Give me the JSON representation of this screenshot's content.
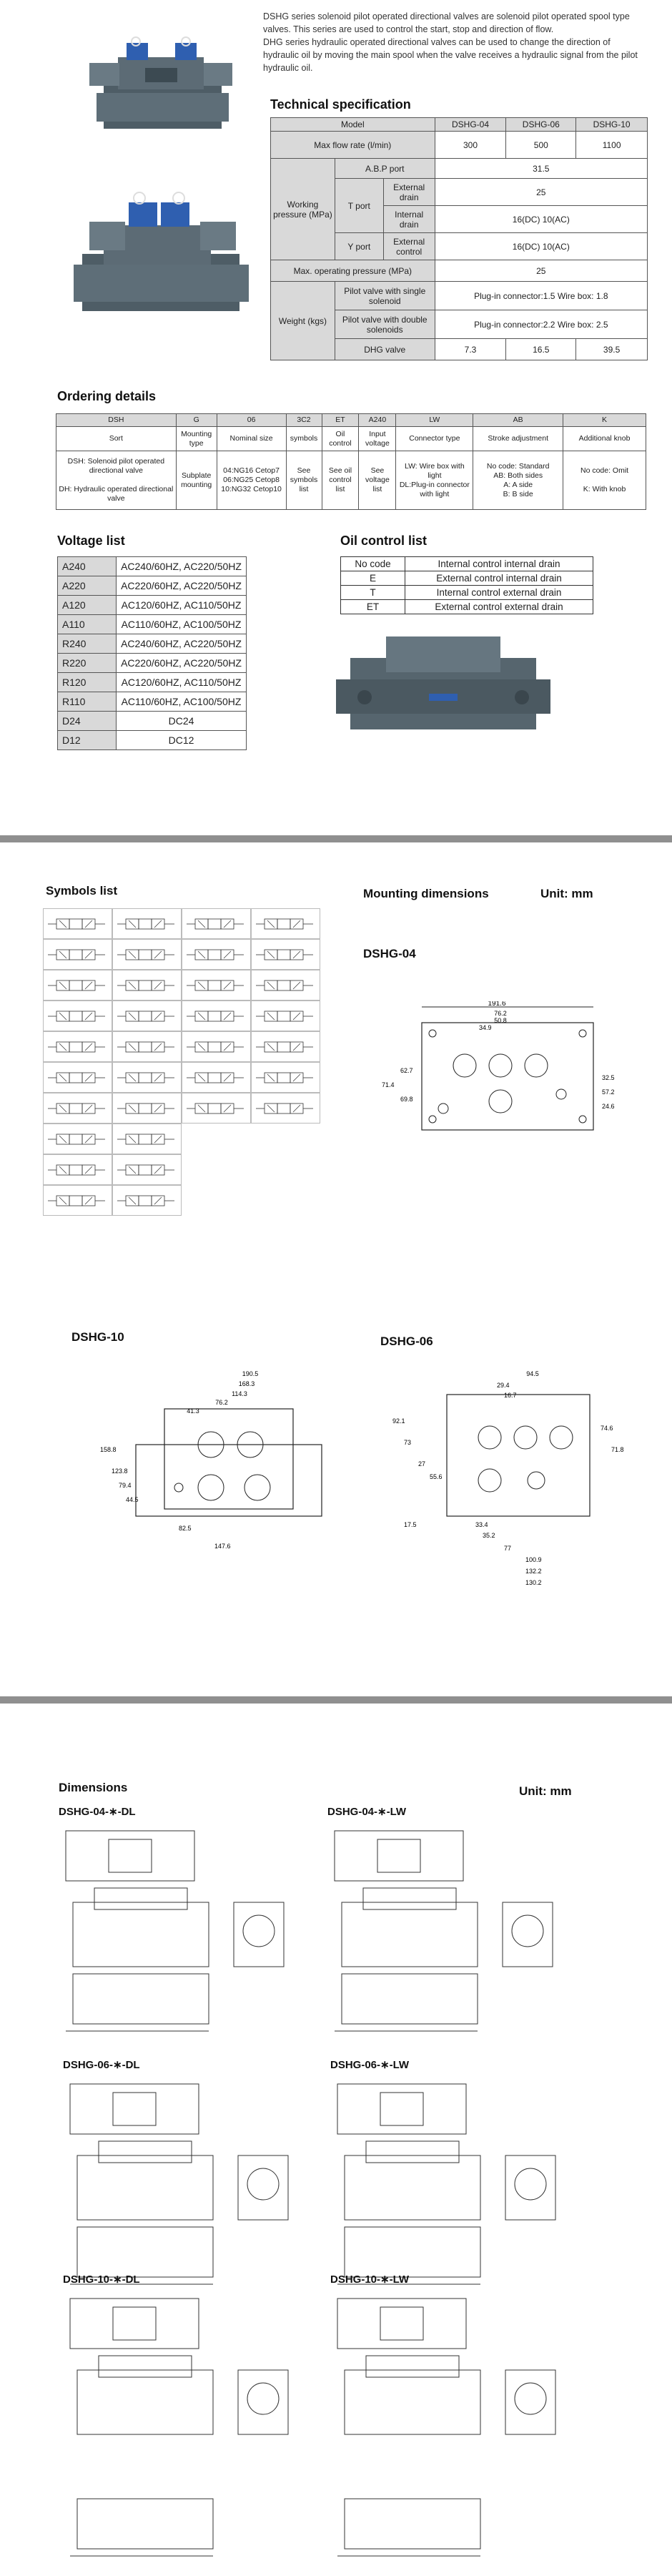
{
  "intro": {
    "p1": "DSHG series solenoid pilot operated directional valves are solenoid pilot operated spool type valves. This series are used to control the start, stop and direction of flow.",
    "p2": "DHG series hydraulic operated directional valves can be used to change the direction of hydraulic oil by moving the main spool when the valve receives a hydraulic signal from the pilot hydraulic oil."
  },
  "tech": {
    "title": "Technical specification",
    "head": [
      "Model",
      "DSHG-04",
      "DSHG-06",
      "DSHG-10"
    ],
    "flow": {
      "label": "Max flow rate (l/min)",
      "v": [
        "300",
        "500",
        "1100"
      ]
    },
    "working_label": "Working pressure (MPa)",
    "abp": {
      "label": "A.B.P port",
      "v": "31.5"
    },
    "tport": {
      "label": "T port",
      "ext": "External drain",
      "ext_v": "25",
      "int": "Internal drain",
      "int_v": "16(DC) 10(AC)"
    },
    "yport": {
      "label": "Y port",
      "ext": "External control",
      "ext_v": "16(DC) 10(AC)"
    },
    "maxop": {
      "label": "Max. operating pressure (MPa)",
      "v": "25"
    },
    "weight_label": "Weight (kgs)",
    "single": {
      "label": "Pilot valve with single solenoid",
      "v": "Plug-in connector:1.5  Wire box: 1.8"
    },
    "double": {
      "label": "Pilot valve with double solenoids",
      "v": "Plug-in connector:2.2  Wire box: 2.5"
    },
    "dhg": {
      "label": "DHG valve",
      "v": [
        "7.3",
        "16.5",
        "39.5"
      ]
    }
  },
  "ordering": {
    "title": "Ordering details",
    "codes": [
      "DSH",
      "G",
      "06",
      "3C2",
      "ET",
      "A240",
      "LW",
      "AB",
      "K"
    ],
    "labels": [
      "Sort",
      "Mounting type",
      "Nominal size",
      "symbols",
      "Oil control",
      "Input voltage",
      "Connector type",
      "Stroke adjustment",
      "Additional knob"
    ],
    "desc": [
      "DSH: Solenoid pilot operated directional valve\n\nDH: Hydraulic operated directional valve",
      "Subplate mounting",
      "04:NG16 Cetop7\n06:NG25 Cetop8\n10:NG32 Cetop10",
      "See symbols list",
      "See oil control list",
      "See voltage list",
      "LW: Wire box with light\nDL:Plug-in connector with light",
      "No code: Standard\nAB: Both sides\nA: A side\nB: B side",
      "No code: Omit\n\nK: With knob"
    ]
  },
  "voltage": {
    "title": "Voltage list",
    "rows": [
      [
        "A240",
        "AC240/60HZ, AC220/50HZ"
      ],
      [
        "A220",
        "AC220/60HZ, AC220/50HZ"
      ],
      [
        "A120",
        "AC120/60HZ, AC110/50HZ"
      ],
      [
        "A110",
        "AC110/60HZ, AC100/50HZ"
      ],
      [
        "R240",
        "AC240/60HZ, AC220/50HZ"
      ],
      [
        "R220",
        "AC220/60HZ, AC220/50HZ"
      ],
      [
        "R120",
        "AC120/60HZ, AC110/50HZ"
      ],
      [
        "R110",
        "AC110/60HZ, AC100/50HZ"
      ],
      [
        "D24",
        "DC24"
      ],
      [
        "D12",
        "DC12"
      ]
    ]
  },
  "oil": {
    "title": "Oil control list",
    "rows": [
      [
        "No code",
        "Internal control internal drain"
      ],
      [
        "E",
        "External control internal drain"
      ],
      [
        "T",
        "Internal control external drain"
      ],
      [
        "ET",
        "External control external drain"
      ]
    ]
  },
  "symbols": {
    "title": "Symbols list"
  },
  "mounting": {
    "title": "Mounting dimensions",
    "unit": "Unit: mm",
    "d04": {
      "title": "DSHG-04",
      "dims": [
        "191.6",
        "76.2",
        "50.8",
        "34.9",
        "62.7",
        "71.4",
        "69.8",
        "32.5",
        "57.2",
        "24.6"
      ]
    },
    "d10": {
      "title": "DSHG-10",
      "dims": [
        "190.5",
        "168.3",
        "114.3",
        "76.2",
        "41.3",
        "158.8",
        "123.8",
        "79.4",
        "44.5",
        "82.5",
        "147.6"
      ]
    },
    "d06": {
      "title": "DSHG-06",
      "dims": [
        "94.5",
        "29.4",
        "16.7",
        "92.1",
        "73",
        "74.6",
        "71.8",
        "27",
        "55.6",
        "17.5",
        "33.4",
        "35.2",
        "77",
        "100.9",
        "132.2",
        "130.2"
      ]
    }
  },
  "dimensions": {
    "title": "Dimensions",
    "unit": "Unit: mm",
    "views": [
      "DSHG-04-∗-DL",
      "DSHG-04-∗-LW",
      "DSHG-06-∗-DL",
      "DSHG-06-∗-LW",
      "DSHG-10-∗-DL",
      "DSHG-10-∗-LW"
    ]
  },
  "colors": {
    "accent": "#8f8f8f",
    "header": "#d9d9d9",
    "valve": "#5a6a72",
    "blue": "#2f5fb0"
  }
}
